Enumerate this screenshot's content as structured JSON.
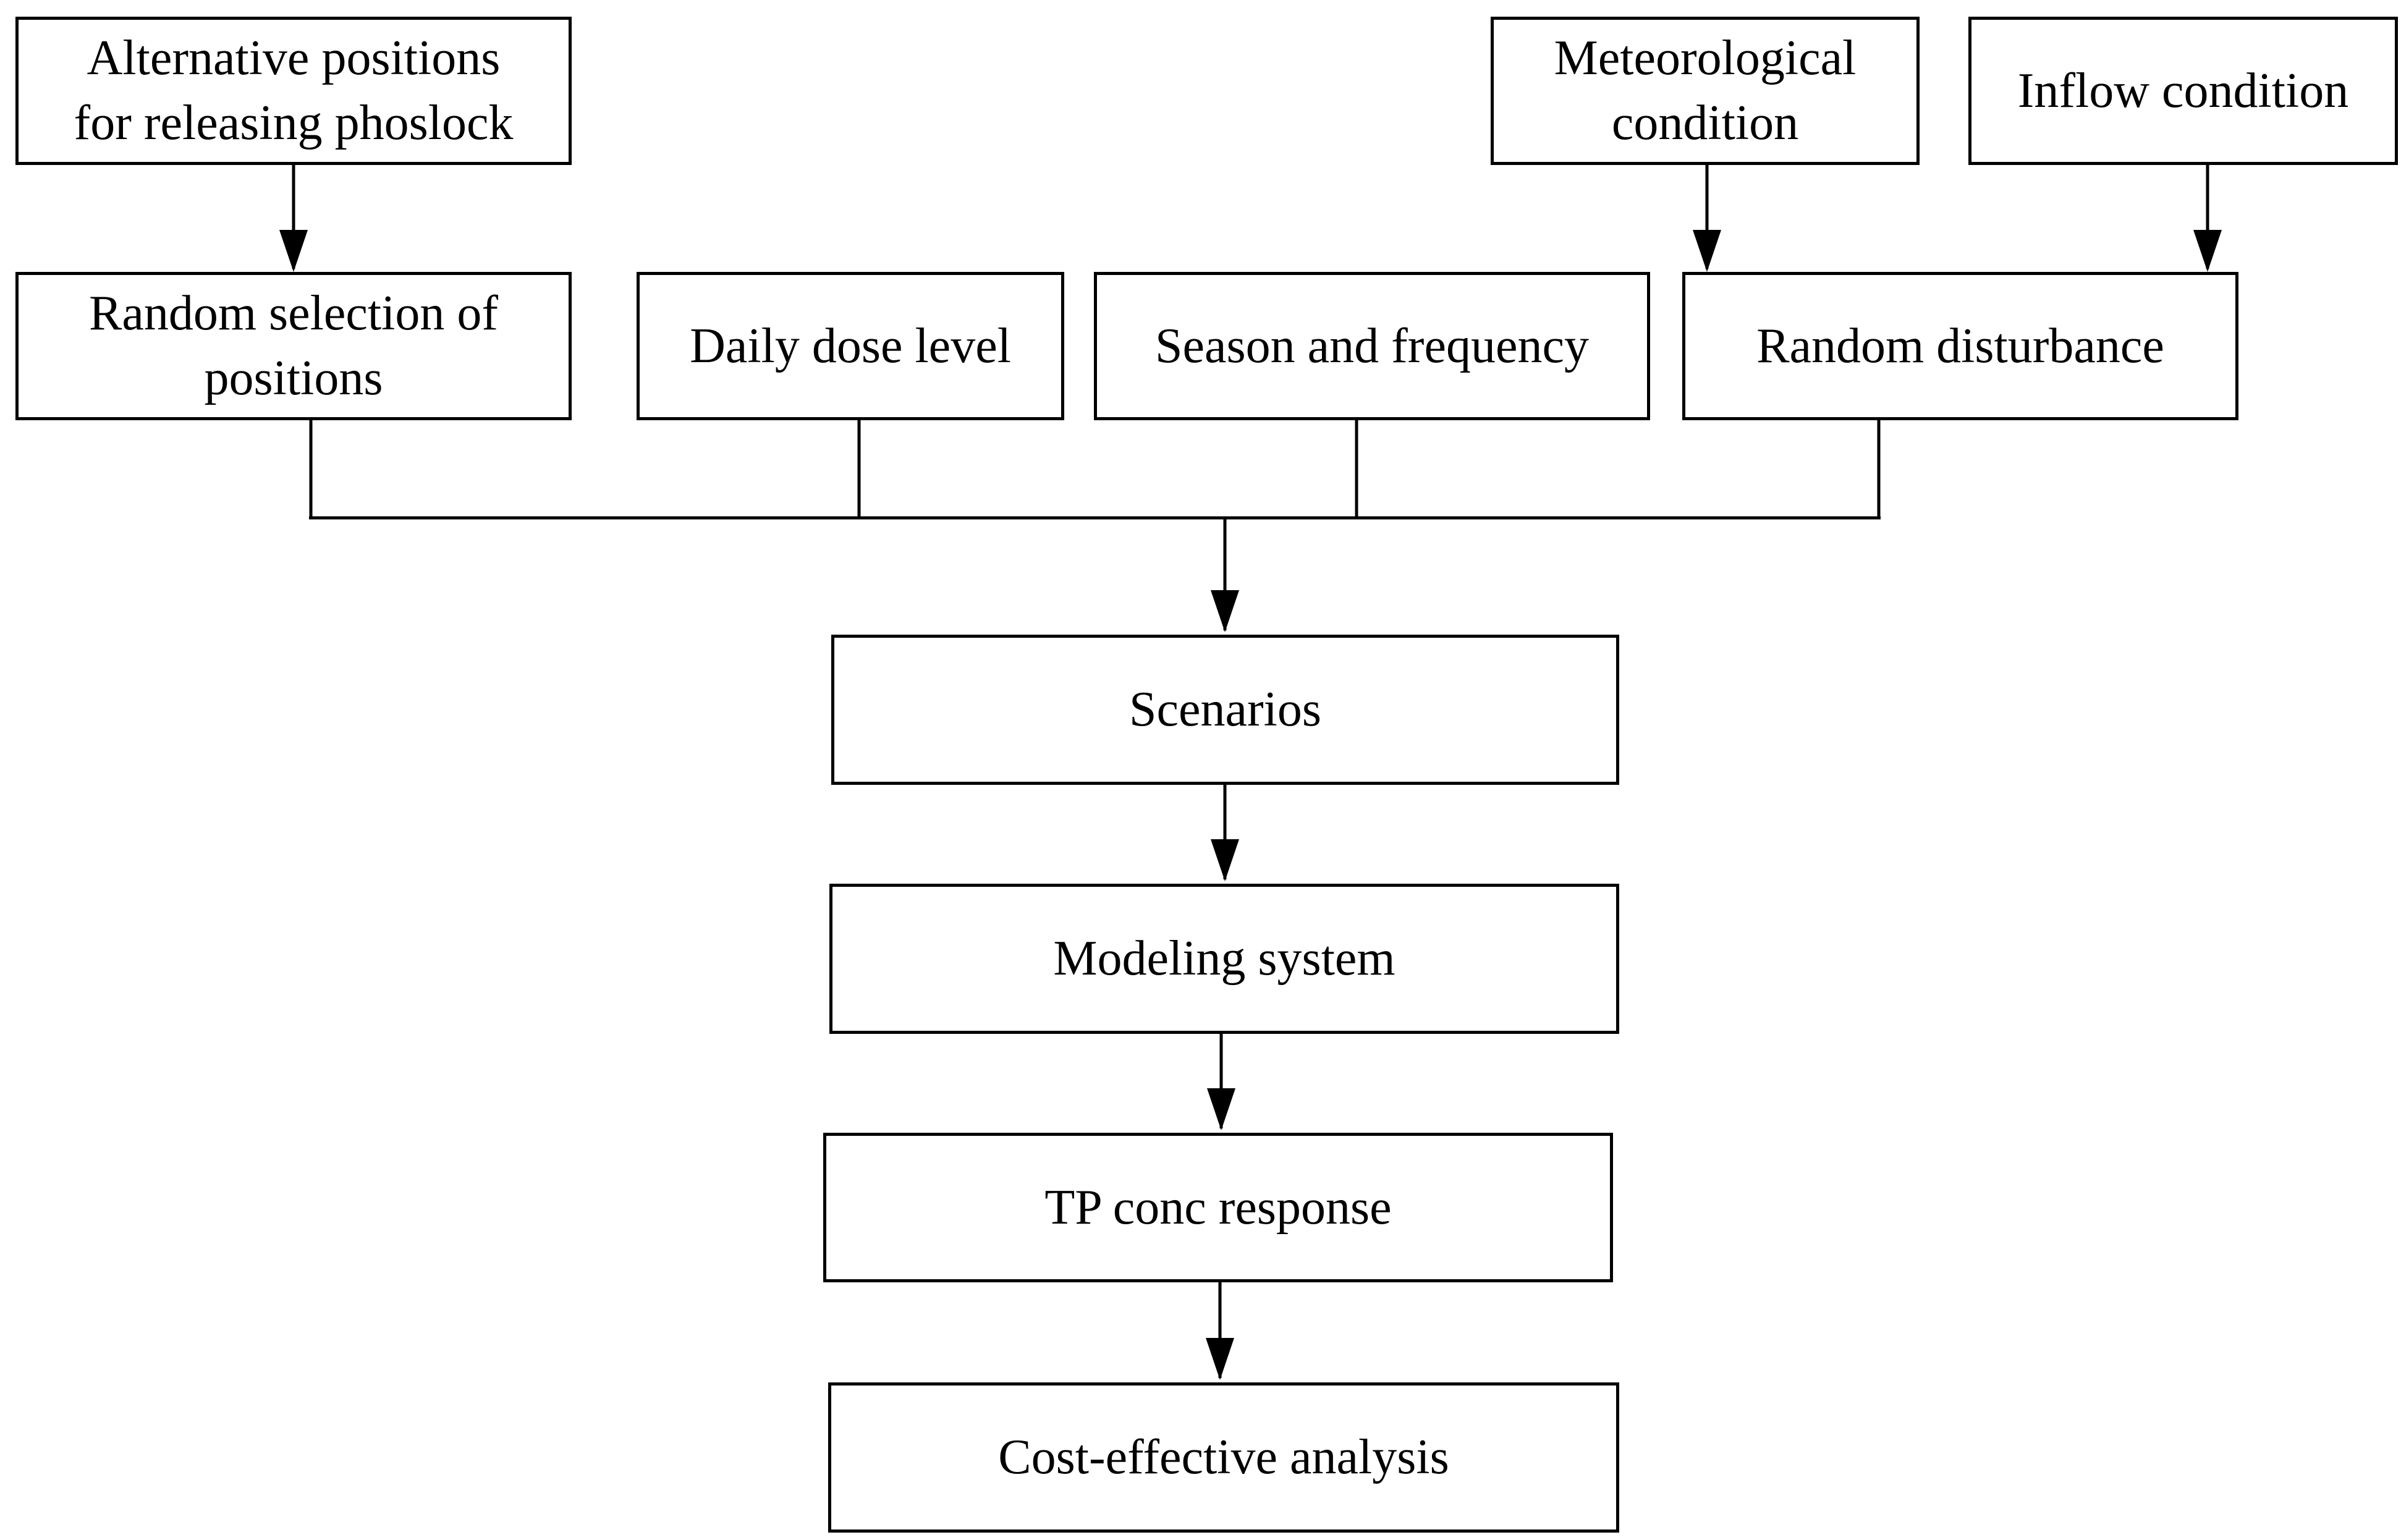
{
  "diagram": {
    "nodes": {
      "alternative_positions": "Alternative positions\nfor releasing phoslock",
      "meteorological": "Meteorological\ncondition",
      "inflow": "Inflow condition",
      "random_selection": "Random selection of\npositions",
      "daily_dose": "Daily dose level",
      "season_frequency": "Season and frequency",
      "random_disturbance": "Random disturbance",
      "scenarios": "Scenarios",
      "modeling_system": "Modeling system",
      "tp_response": "TP conc response",
      "cost_effective": "Cost-effective analysis"
    },
    "edges": [
      {
        "from": "alternative_positions",
        "to": "random_selection"
      },
      {
        "from": "meteorological",
        "to": "random_disturbance"
      },
      {
        "from": "inflow",
        "to": "random_disturbance"
      },
      {
        "from": "random_selection",
        "to": "scenarios"
      },
      {
        "from": "daily_dose",
        "to": "scenarios"
      },
      {
        "from": "season_frequency",
        "to": "scenarios"
      },
      {
        "from": "random_disturbance",
        "to": "scenarios"
      },
      {
        "from": "scenarios",
        "to": "modeling_system"
      },
      {
        "from": "modeling_system",
        "to": "tp_response"
      },
      {
        "from": "tp_response",
        "to": "cost_effective"
      }
    ]
  }
}
